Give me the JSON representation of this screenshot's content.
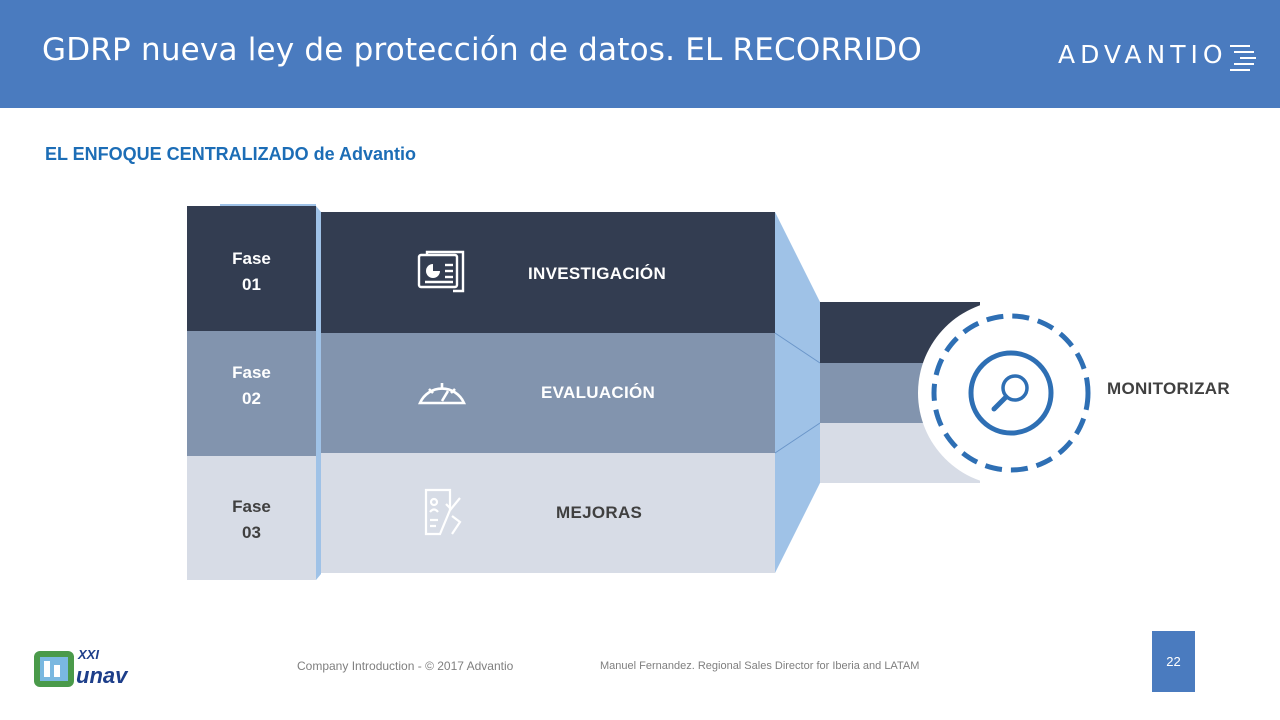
{
  "header": {
    "title": "GDRP nueva ley de protección de datos. EL RECORRIDO",
    "brand": "ADVANTIO"
  },
  "subtitle": "EL ENFOQUE CENTRALIZADO de Advantio",
  "phases": [
    {
      "label": "Fase",
      "number": "01"
    },
    {
      "label": "Fase",
      "number": "02"
    },
    {
      "label": "Fase",
      "number": "03"
    }
  ],
  "steps": [
    {
      "label": "INVESTIGACIÓN",
      "icon": "presentation-icon"
    },
    {
      "label": "EVALUACIÓN",
      "icon": "speedometer-icon"
    },
    {
      "label": "MEJORAS",
      "icon": "checklist-document-icon"
    }
  ],
  "monitor": {
    "label": "MONITORIZAR",
    "icon": "magnifier-icon"
  },
  "footer": {
    "left": "Company Introduction - © 2017 Advantio",
    "right": "Manuel Fernandez.  Regional Sales Director for Iberia and LATAM",
    "page": "22"
  },
  "logo": {
    "name": "unav-logo",
    "text": "XXI unav"
  },
  "colors": {
    "header": "#4a7bbf",
    "dark": "#333d51",
    "mid": "#8294ae",
    "light": "#d7dce6",
    "accent": "#9fc2e7",
    "title_blue": "#1c6db6"
  }
}
